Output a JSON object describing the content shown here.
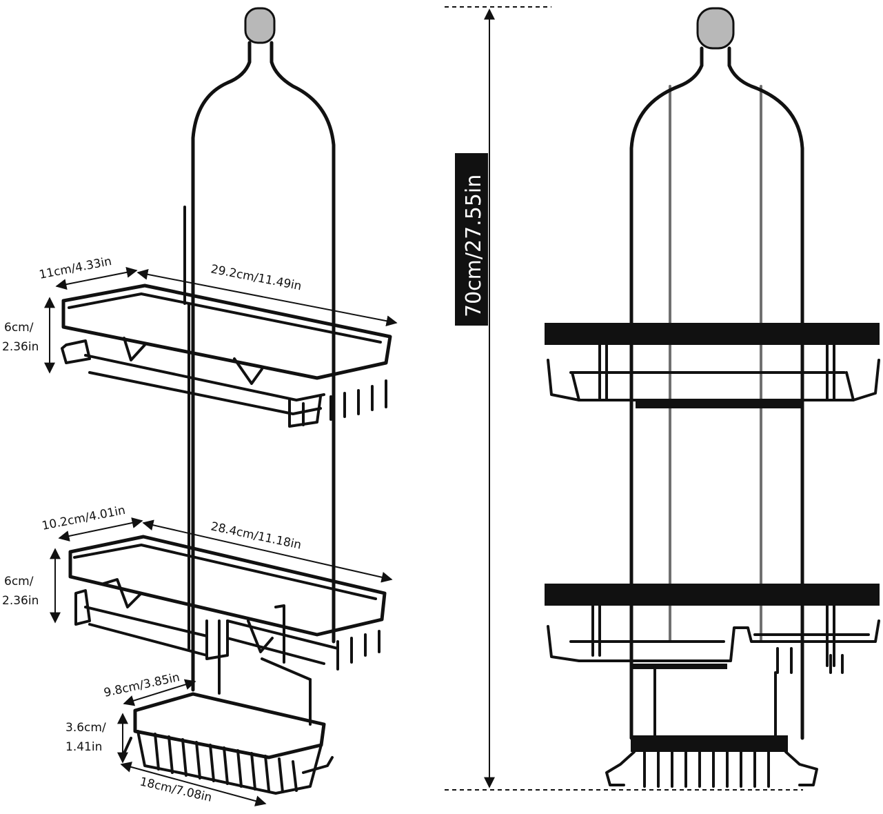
{
  "dimensions": {
    "shelf1_depth": "11cm/4.33in",
    "shelf1_width": "29.2cm/11.49in",
    "shelf1_height_cm": "6cm/",
    "shelf1_height_in": "2.36in",
    "shelf2_depth": "10.2cm/4.01in",
    "shelf2_width": "28.4cm/11.18in",
    "shelf2_height_cm": "6cm/",
    "shelf2_height_in": "2.36in",
    "soap_depth": "9.8cm/3.85in",
    "soap_height_cm": "3.6cm/",
    "soap_height_in": "1.41in",
    "soap_width": "18cm/7.08in",
    "total_height": "70cm/27.55in"
  },
  "colors": {
    "metal": "#111111",
    "hook_grip": "#b8b8b8",
    "background": "#ffffff"
  }
}
